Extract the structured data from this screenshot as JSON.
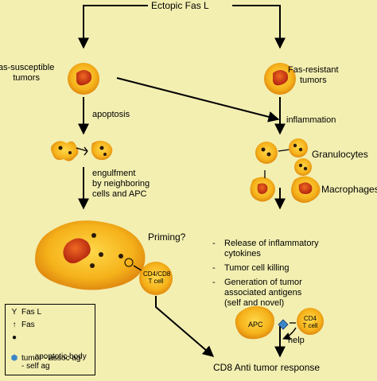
{
  "title": "Ectopic Fas L",
  "left_branch": {
    "tumor_label": "as-susceptible\ntumors",
    "step1": "apoptosis",
    "step2": "engulfment\nby neighboring\ncells and APC",
    "priming": "Priming?",
    "t_cell": "CD4/CD8\nT cell"
  },
  "right_branch": {
    "tumor_label": "Fas-resistant\ntumors",
    "step1": "inflammation",
    "granulocytes": "Granulocytes",
    "macrophages": "Macrophages",
    "bullets": [
      "Release of inflammatory\ncytokines",
      "Tumor cell killing",
      "Generation of tumor\nassociated antigens\n(self and novel)"
    ],
    "apc": "APC",
    "cd4_cell": "CD4\nT cell",
    "help": "help"
  },
  "bottom": "CD8 Anti tumor response",
  "legend": {
    "items": [
      {
        "symbol": "Y",
        "label": "Fas L"
      },
      {
        "symbol": "↑",
        "label": "Fas"
      },
      {
        "symbol": "●",
        "label": "apoptotic body\n- self ag"
      },
      {
        "symbol": "⬢",
        "label": "tumor - assoc ag"
      }
    ]
  },
  "colors": {
    "background": "#f3efb1",
    "cell_outer": "#f2b21a",
    "cell_core": "#d2301b",
    "nucleus_dark": "#8a2b0c"
  }
}
